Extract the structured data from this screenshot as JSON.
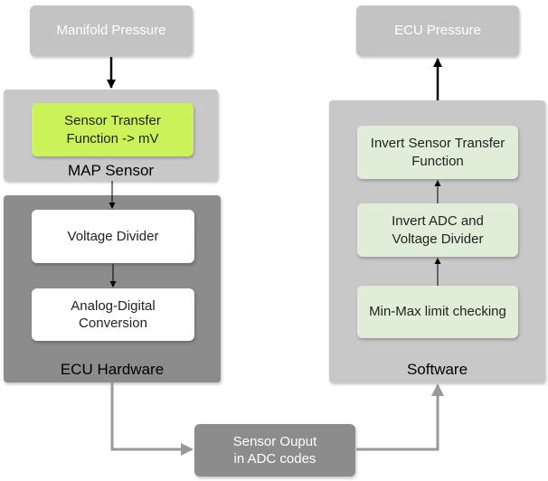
{
  "inputs": {
    "manifold_pressure": "Manifold Pressure",
    "ecu_pressure": "ECU Pressure"
  },
  "map_sensor": {
    "label": "MAP Sensor",
    "transfer_function": "Sensor Transfer\nFunction -> mV"
  },
  "ecu_hardware": {
    "label": "ECU Hardware",
    "voltage_divider": "Voltage Divider",
    "adc": "Analog-Digital\nConversion"
  },
  "software": {
    "label": "Software",
    "invert_transfer": "Invert Sensor Transfer\nFunction",
    "invert_adc": "Invert ADC and\nVoltage Divider",
    "min_max": "Min-Max limit checking"
  },
  "sensor_output": "Sensor Ouput\nin ADC codes",
  "colors": {
    "io_box": "#c3c3c3",
    "map_sensor_bg": "#c8c8c8",
    "ecu_hardware_bg": "#8c8c8c",
    "software_bg": "#c8c8c8",
    "transfer_function_fill": "#ccf25a",
    "software_step_fill": "#e0eed9",
    "sensor_output_fill": "#8c8c8c",
    "flow_line": "#999999"
  }
}
